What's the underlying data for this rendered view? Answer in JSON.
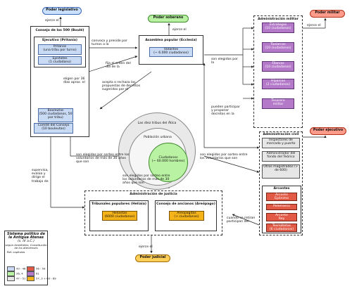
{
  "pills": {
    "legislativo": "Poder legislativo",
    "soberano": "Poder soberano",
    "militar": "Poder militar",
    "ejecutivo": "Poder ejecutivo",
    "judicial": "Poder judicial"
  },
  "consejo": {
    "title": "Consejo de los 500 (Boulé)",
    "ejecutivo_title": "Ejecutivo (Pritania)",
    "pritanos": "Pritanos",
    "pritanos_detail": "(una tribu por turno)",
    "epistates": "Epístates",
    "epistates_detail": "(1 ciudadano)",
    "bouleutas": "Bouleutas",
    "bouleutas_detail": "(500 ciudadanos, 50 por tribu)",
    "comite": "Comité del Consejo",
    "comite_detail": "(10 bouleutas)"
  },
  "asamblea": {
    "title": "Asamblea popular (Ecclesia)",
    "votantes": "Votantes",
    "votantes_detail": "(~ 6.000 ciudadanos)"
  },
  "militar": {
    "title": "Administración militar",
    "items": [
      {
        "name": "Estrategos",
        "detail": "(10 ciudadanos)"
      },
      {
        "name": "Taxiarcas",
        "detail": "(10 ciudadanos)"
      },
      {
        "name": "Filarcas",
        "detail": "(10 ciudadanos)"
      },
      {
        "name": "Hiparcas",
        "detail": "(2 ciudadanos)"
      },
      {
        "name": "Tesorero",
        "detail": "militar"
      }
    ]
  },
  "civil": {
    "title": "Administración civil",
    "items": [
      "Inspectores de mercado y puerto",
      "Administrador del fondo del Teórico",
      "Otros magistrados (+ de 600)"
    ]
  },
  "arcontes": {
    "title": "Arcontes",
    "items": [
      {
        "name": "Arconte",
        "detail": "Epónimo"
      },
      {
        "name": "Polemarco",
        "detail": ""
      },
      {
        "name": "Arconte",
        "detail": "Rey"
      },
      {
        "name": "Tesmótetas",
        "detail": "(6 ciudadanos)"
      }
    ]
  },
  "circles": {
    "outer": "Las diez tribus del Ática",
    "middle": "Población urbana",
    "inner": "Ciudadanos",
    "inner_detail": "(~ 60.000 hombres)"
  },
  "justicia": {
    "title": "Administración de justicia",
    "tribunales": "Tribunales populares (Heliaia)",
    "heliastas": "Heliastas",
    "heliastas_detail": "(6000 ciudadanos)",
    "ancianos": "Consejo de ancianos (Areópago)",
    "areopagitas": "Areopagitas",
    "areopagitas_detail": "(+ ciudadanos)"
  },
  "labels": {
    "ejerce_leg": "ejerce el",
    "ejerce_sob": "ejerce el",
    "ejerce_mil": "ejerce el",
    "ejerce_jud": "ejerce el",
    "convoca": "convoca y preside por turnos a la",
    "fija": "fija el orden del día de la",
    "acepta": "acepta o rechaza las propuestas de decretos sugeridos por el",
    "eligen36": "eligen por 36 días aprox. el",
    "elegidos_por": "son elegidos por la",
    "pueden": "pueden participar y proponer decretos en la",
    "sorteo1": "son elegidos por sorteo entre los voluntarios de más de 30 años que son",
    "sorteo2": "son elegidos por sorteo entre los voluntarios de más de 30 años que son",
    "sorteo3": "son elegidos por sorteo entre los voluntarios que son",
    "supervisa": "supervisa, evalúa y dirige el trabajo de",
    "retiran": "cuando se retiran participan del"
  },
  "legend": {
    "title": "Sistema político de la Antigua Atenas",
    "date": "(s. IV a.C.)",
    "source": "según Aristóteles, Constitución de los atenienses",
    "ref": "Ref. capítulos",
    "items": [
      {
        "color": "#c9daf4",
        "label": "43 - 46"
      },
      {
        "color": "#e25a46",
        "label": "56 - 59"
      },
      {
        "color": "#b9f2a2",
        "label": "26, 4"
      },
      {
        "color": "#b47ac9",
        "label": "61"
      },
      {
        "color": "#e6e6e6",
        "label": "47 - 51"
      },
      {
        "color": "#f5b31a",
        "label": "57, 3 + 63 - 69"
      }
    ]
  }
}
